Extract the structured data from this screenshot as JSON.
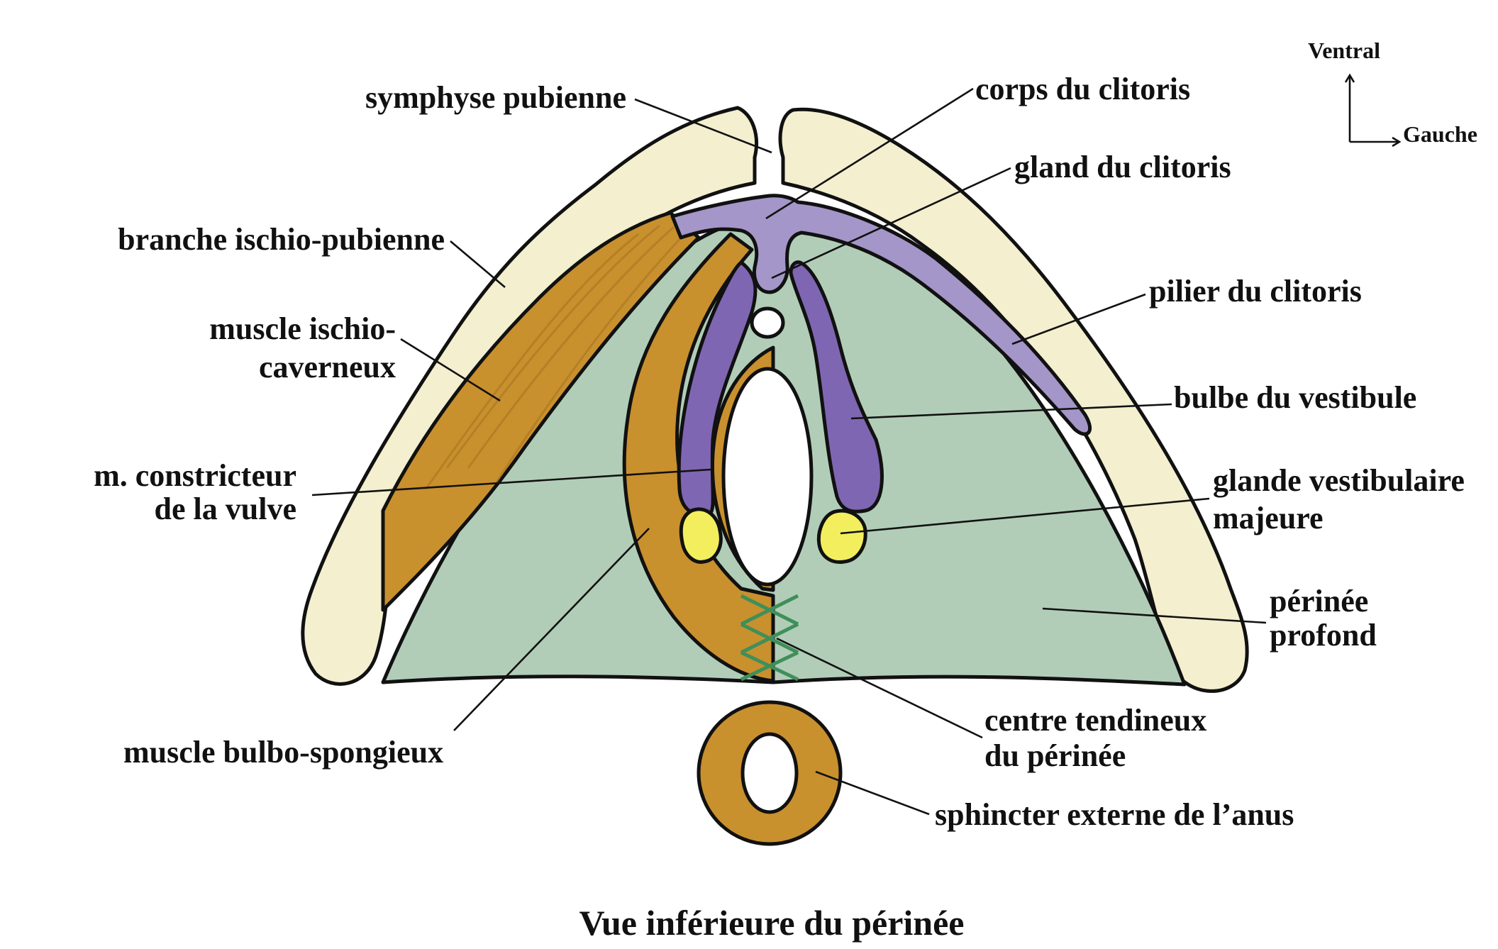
{
  "title": "Vue inférieure du périnée",
  "orientation": {
    "up": "Ventral",
    "right": "Gauche"
  },
  "labels": {
    "symphyse": "symphyse pubienne",
    "branche": "branche ischio-pubienne",
    "ischio_cav_1": "muscle ischio-",
    "ischio_cav_2": "caverneux",
    "constricteur_1": "m. constricteur",
    "constricteur_2": "de la vulve",
    "bulbo": "muscle bulbo-spongieux",
    "corps": "corps du clitoris",
    "gland": "gland du clitoris",
    "pilier": "pilier du clitoris",
    "bulbe": "bulbe du vestibule",
    "glande_1": "glande vestibulaire",
    "glande_2": "majeure",
    "perinee_1": "périnée",
    "perinee_2": "profond",
    "centre_1": "centre tendineux",
    "centre_2": "du périnée",
    "sphincter": "sphincter externe de l’anus"
  },
  "colors": {
    "bone": "#f3efcf",
    "muscle": "#c9902e",
    "deep_perineum": "#b1cdb8",
    "clitoris": "#a496c8",
    "bulb": "#7f66b2",
    "gland_yellow": "#f2ee5e",
    "tendon": "#3f8f5a",
    "outline": "#111111"
  }
}
